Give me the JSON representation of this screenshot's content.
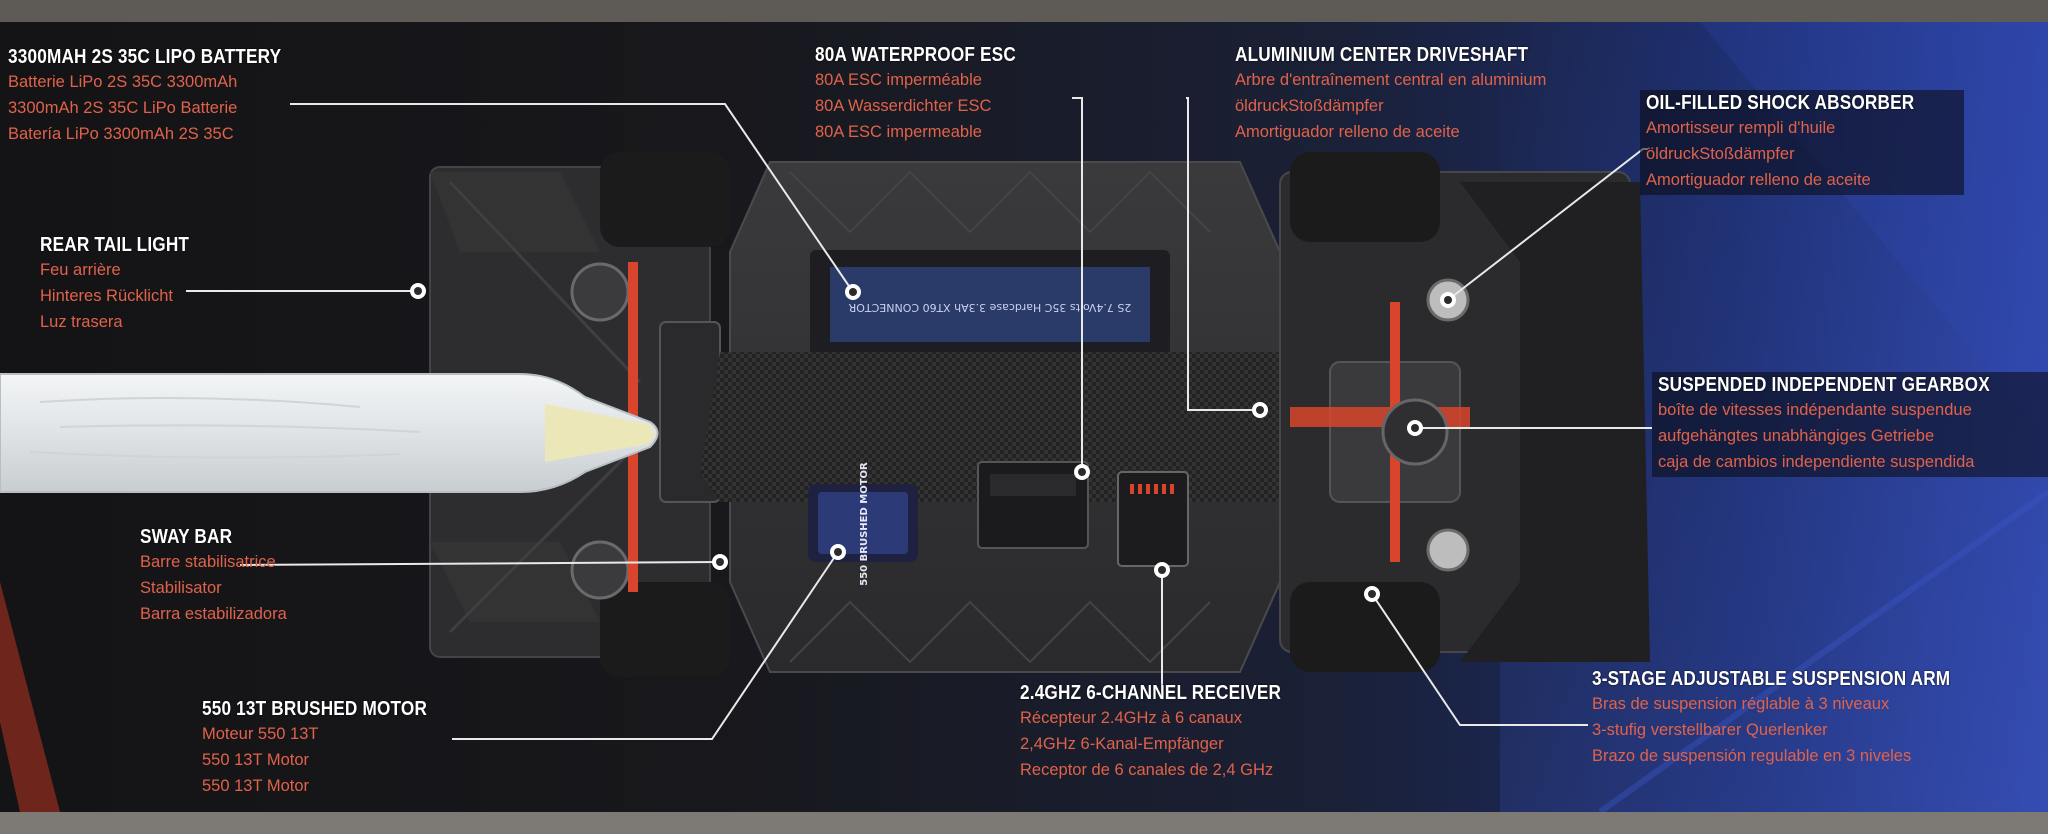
{
  "callouts": {
    "battery": {
      "title": "3300MAH 2S 35C LIPO BATTERY",
      "lines": [
        "Batterie LiPo 2S 35C 3300mAh",
        "3300mAh 2S 35C LiPo Batterie",
        "Batería LiPo 3300mAh 2S 35C"
      ]
    },
    "esc": {
      "title": "80A WATERPROOF ESC",
      "lines": [
        "80A ESC imperméable",
        "80A Wasserdichter ESC",
        "80A ESC impermeable"
      ]
    },
    "driveshaft": {
      "title": "ALUMINIUM CENTER DRIVESHAFT",
      "lines": [
        "Arbre d'entraînement central en aluminium",
        "öldruckStoßdämpfer",
        "Amortiguador relleno de aceite"
      ]
    },
    "shock": {
      "title": "OIL-FILLED SHOCK ABSORBER",
      "lines": [
        "Amortisseur rempli d'huile",
        "öldruckStoßdämpfer",
        "Amortiguador relleno de aceite"
      ]
    },
    "taillight": {
      "title": "REAR TAIL LIGHT",
      "lines": [
        "Feu arrière",
        "Hinteres Rücklicht",
        "Luz trasera"
      ]
    },
    "gearbox": {
      "title": "SUSPENDED INDEPENDENT GEARBOX",
      "lines": [
        "boîte de vitesses indépendante suspendue",
        "aufgehängtes unabhängiges Getriebe",
        "caja de cambios independiente suspendida"
      ]
    },
    "swaybar": {
      "title": "SWAY BAR",
      "lines": [
        "Barre stabilisatrice",
        "Stabilisator",
        "Barra estabilizadora"
      ]
    },
    "motor": {
      "title": "550 13T BRUSHED MOTOR",
      "lines": [
        "Moteur 550 13T",
        "550 13T Motor",
        "550 13T Motor"
      ]
    },
    "receiver": {
      "title": "2.4GHZ 6-CHANNEL RECEIVER",
      "lines": [
        "Récepteur 2.4GHz à 6 canaux",
        "2,4GHz 6-Kanal-Empfänger",
        "Receptor de 6 canales de 2,4 GHz"
      ]
    },
    "arm": {
      "title": "3-STAGE ADJUSTABLE SUSPENSION ARM",
      "lines": [
        "Bras de suspension réglable à 3 niveaux",
        "3-stufig verstellbarer Querlenker",
        "Brazo de suspensión regulable en 3 niveles"
      ]
    }
  },
  "component_labels": {
    "battery_print": "2S 7.4Volts 35C Hardcase 3.3Ah XT60 CONNECTOR",
    "motor_print": "550 BRUSHED MOTOR"
  },
  "colors": {
    "title": "#ffffff",
    "translation": "#e0624a",
    "accent_red": "#d8452c"
  }
}
